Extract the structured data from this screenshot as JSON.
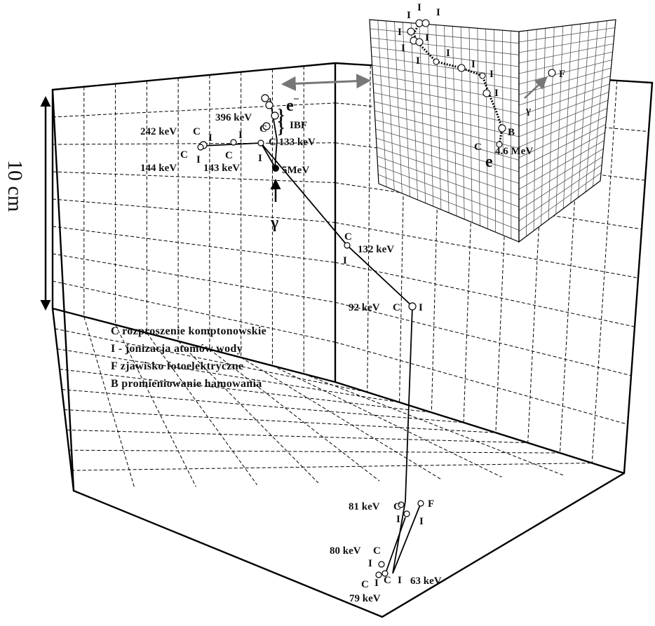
{
  "scale_label": "10 cm",
  "legend": [
    "C  rozproszenie komptonowskie",
    "I - jonizacja atomów wody",
    "F  zjawisko fotoelektryczne",
    "B  promieniowanie hamowania"
  ],
  "main_labels": {
    "e_minus": "e",
    "ibf": "IBF",
    "e_396": "396 keV",
    "e_242": "242 keV",
    "e_133": "C 133 keV",
    "e_144": "144 keV",
    "e_143": "143 keV",
    "e_5mev": "5MeV",
    "gamma": "γ",
    "e_132": "132 keV",
    "e_92": "92 keV",
    "e_81": "81 keV",
    "e_80": "80 keV",
    "e_63": "63 keV",
    "e_79": "79 keV",
    "c": "C",
    "i": "I",
    "f": "F"
  },
  "inset_labels": {
    "e_46": "4.6 MeV",
    "e_minus": "e",
    "gamma": "γ",
    "b": "B",
    "c": "C",
    "i": "I",
    "f": "F"
  }
}
